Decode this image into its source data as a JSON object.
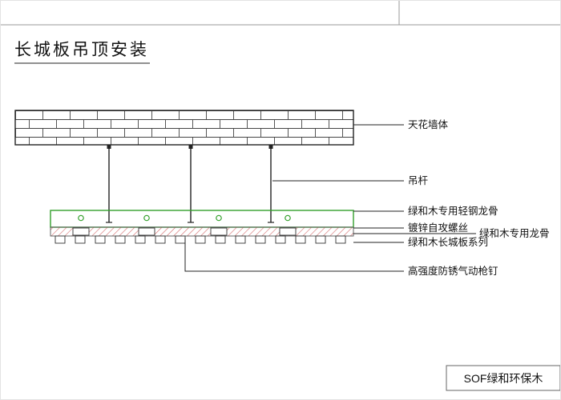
{
  "title": "长城板吊顶安装",
  "labels": {
    "ceiling_wall": "天花墙体",
    "hanger_rod": "吊杆",
    "light_steel_keel": "绿和木专用轻钢龙骨",
    "self_tapping_screw": "镀锌自攻螺丝",
    "special_keel": "绿和木专用龙骨",
    "wall_board_series": "绿和木长城板系列",
    "pneumatic_nail": "高强度防锈气动枪钉"
  },
  "title_block": {
    "brand": "SOF绿和环保木"
  },
  "colors": {
    "keel_green": "#33a02c",
    "hatch_red": "#d46a6a",
    "line_black": "#222222",
    "frame_gray": "#999999"
  }
}
